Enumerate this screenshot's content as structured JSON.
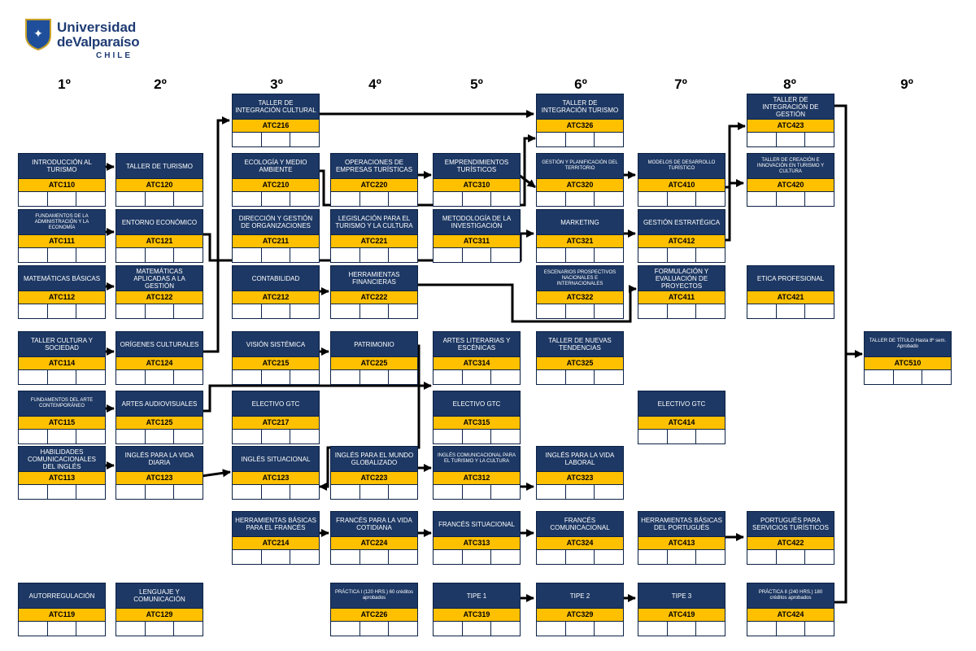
{
  "logo": {
    "line1": "Universidad",
    "line2": "deValparaíso",
    "line3": "CHILE"
  },
  "colors": {
    "header": "#1d3864",
    "code": "#ffc000",
    "arrow": "#000000"
  },
  "semesters": [
    "1º",
    "2º",
    "3º",
    "4º",
    "5º",
    "6º",
    "7º",
    "8º",
    "9º"
  ],
  "courses": [
    {
      "id": "ATC110",
      "name": "INTRODUCCIÓN AL TURISMO",
      "col": 0,
      "row": 1
    },
    {
      "id": "ATC111",
      "name": "FUNDAMENTOS DE LA ADMINISTRACIÓN Y LA ECONOMÍA",
      "col": 0,
      "row": 2,
      "small": true
    },
    {
      "id": "ATC112",
      "name": "MATEMÁTICAS BÁSICAS",
      "col": 0,
      "row": 3
    },
    {
      "id": "ATC114",
      "name": "TALLER CULTURA Y SOCIEDAD",
      "col": 0,
      "row": 4
    },
    {
      "id": "ATC115",
      "name": "FUNDAMENTOS DEL ARTE CONTEMPORÁNEO",
      "col": 0,
      "row": 5,
      "small": true
    },
    {
      "id": "ATC113",
      "name": "HABILIDADES COMUNICACIONALES DEL INGLÉS",
      "col": 0,
      "row": 6
    },
    {
      "id": "ATC119",
      "name": "AUTORREGULACIÓN",
      "col": 0,
      "row": 8
    },
    {
      "id": "ATC120",
      "name": "TALLER DE TURISMO",
      "col": 1,
      "row": 1
    },
    {
      "id": "ATC121",
      "name": "ENTORNO ECONÓMICO",
      "col": 1,
      "row": 2
    },
    {
      "id": "ATC122",
      "name": "MATEMÁTICAS APLICADAS A LA GESTIÓN",
      "col": 1,
      "row": 3
    },
    {
      "id": "ATC124",
      "name": "ORÍGENES CULTURALES",
      "col": 1,
      "row": 4
    },
    {
      "id": "ATC125",
      "name": "ARTES AUDIOVISUALES",
      "col": 1,
      "row": 5
    },
    {
      "id": "ATC123",
      "name": "INGLÉS PARA LA VIDA DIARIA",
      "col": 1,
      "row": 6
    },
    {
      "id": "ATC129",
      "name": "LENGUAJE Y COMUNICACIÓN",
      "col": 1,
      "row": 8
    },
    {
      "id": "ATC216",
      "name": "TALLER DE INTEGRACIÓN CULTURAL",
      "col": 2,
      "row": 0
    },
    {
      "id": "ATC210",
      "name": "ECOLOGÍA Y MEDIO AMBIENTE",
      "col": 2,
      "row": 1
    },
    {
      "id": "ATC211",
      "name": "DIRECCIÓN Y GESTIÓN DE ORGANIZACIONES",
      "col": 2,
      "row": 2
    },
    {
      "id": "ATC212",
      "name": "CONTABILIDAD",
      "col": 2,
      "row": 3
    },
    {
      "id": "ATC215",
      "name": "VISIÓN SISTÉMICA",
      "col": 2,
      "row": 4
    },
    {
      "id": "ATC217",
      "name": "ELECTIVO GTC",
      "col": 2,
      "row": 5
    },
    {
      "id": "ATC123",
      "name": "INGLÉS SITUACIONAL",
      "col": 2,
      "row": 6
    },
    {
      "id": "ATC214",
      "name": "HERRAMIENTAS BÁSICAS PARA EL FRANCÉS",
      "col": 2,
      "row": 7
    },
    {
      "id": "ATC220",
      "name": "OPERACIONES DE EMPRESAS TURÍSTICAS",
      "col": 3,
      "row": 1
    },
    {
      "id": "ATC221",
      "name": "LEGISLACIÓN PARA EL TURISMO Y LA CULTURA",
      "col": 3,
      "row": 2
    },
    {
      "id": "ATC222",
      "name": "HERRAMIENTAS FINANCIERAS",
      "col": 3,
      "row": 3
    },
    {
      "id": "ATC225",
      "name": "PATRIMONIO",
      "col": 3,
      "row": 4
    },
    {
      "id": "ATC223",
      "name": "INGLÉS PARA EL MUNDO GLOBALIZADO",
      "col": 3,
      "row": 6
    },
    {
      "id": "ATC224",
      "name": "FRANCÉS PARA LA VIDA COTIDIANA",
      "col": 3,
      "row": 7
    },
    {
      "id": "ATC226",
      "name": "PRÁCTICA I (120 HRS.) 60 créditos aprobados",
      "col": 3,
      "row": 8,
      "small": true
    },
    {
      "id": "ATC310",
      "name": "EMPRENDIMIENTOS TURÍSTICOS",
      "col": 4,
      "row": 1
    },
    {
      "id": "ATC311",
      "name": "METODOLOGÍA DE LA INVESTIGACIÓN",
      "col": 4,
      "row": 2
    },
    {
      "id": "ATC314",
      "name": "ARTES LITERARIAS Y ESCÉNICAS",
      "col": 4,
      "row": 4
    },
    {
      "id": "ATC315",
      "name": "ELECTIVO GTC",
      "col": 4,
      "row": 5
    },
    {
      "id": "ATC312",
      "name": "INGLÉS COMUNICACIONAL PARA EL TURISMO Y LA CULTURA",
      "col": 4,
      "row": 6,
      "small": true
    },
    {
      "id": "ATC313",
      "name": "FRANCÉS SITUACIONAL",
      "col": 4,
      "row": 7
    },
    {
      "id": "ATC319",
      "name": "TIPE 1",
      "col": 4,
      "row": 8
    },
    {
      "id": "ATC326",
      "name": "TALLER DE INTEGRACIÓN TURISMO",
      "col": 5,
      "row": 0
    },
    {
      "id": "ATC320",
      "name": "GESTIÓN Y PLANIFICACIÓN DEL TERRITORIO",
      "col": 5,
      "row": 1,
      "small": true
    },
    {
      "id": "ATC321",
      "name": "MARKETING",
      "col": 5,
      "row": 2
    },
    {
      "id": "ATC322",
      "name": "ESCENARIOS PROSPECTIVOS NACIONALES E INTERNACIONALES",
      "col": 5,
      "row": 3,
      "small": true
    },
    {
      "id": "ATC325",
      "name": "TALLER DE NUEVAS TENDENCIAS",
      "col": 5,
      "row": 4
    },
    {
      "id": "ATC323",
      "name": "INGLÉS PARA LA VIDA LABORAL",
      "col": 5,
      "row": 6
    },
    {
      "id": "ATC324",
      "name": "FRANCÉS COMUNICACIONAL",
      "col": 5,
      "row": 7
    },
    {
      "id": "ATC329",
      "name": "TIPE 2",
      "col": 5,
      "row": 8
    },
    {
      "id": "ATC410",
      "name": "MODELOS DE DESARROLLO TURÍSTICO",
      "col": 6,
      "row": 1,
      "small": true
    },
    {
      "id": "ATC412",
      "name": "GESTIÓN ESTRATÉGICA",
      "col": 6,
      "row": 2
    },
    {
      "id": "ATC411",
      "name": "FORMULACIÓN Y EVALUACIÓN DE PROYECTOS",
      "col": 6,
      "row": 3
    },
    {
      "id": "ATC414",
      "name": "ELECTIVO GTC",
      "col": 6,
      "row": 5
    },
    {
      "id": "ATC413",
      "name": "HERRAMIENTAS BÁSICAS DEL PORTUGUÉS",
      "col": 6,
      "row": 7
    },
    {
      "id": "ATC419",
      "name": "TIPE 3",
      "col": 6,
      "row": 8
    },
    {
      "id": "ATC423",
      "name": "TALLER DE INTEGRACIÓN DE GESTIÓN",
      "col": 7,
      "row": 0
    },
    {
      "id": "ATC420",
      "name": "TALLER DE CREACIÓN E INNOVACIÓN EN TURISMO Y CULTURA",
      "col": 7,
      "row": 1,
      "small": true
    },
    {
      "id": "ATC421",
      "name": "ETICA PROFESIONAL",
      "col": 7,
      "row": 3
    },
    {
      "id": "ATC422",
      "name": "PORTUGUÉS PARA SERVICIOS TURÍSTICOS",
      "col": 7,
      "row": 7
    },
    {
      "id": "ATC424",
      "name": "PRÁCTICA II (240 HRS.) 180 créditos aprobados",
      "col": 7,
      "row": 8,
      "small": true
    },
    {
      "id": "ATC510",
      "name": "TALLER DE TÍTULO Hasta 8º sem. Aprobado",
      "col": 8,
      "row": 4,
      "small": true
    }
  ]
}
